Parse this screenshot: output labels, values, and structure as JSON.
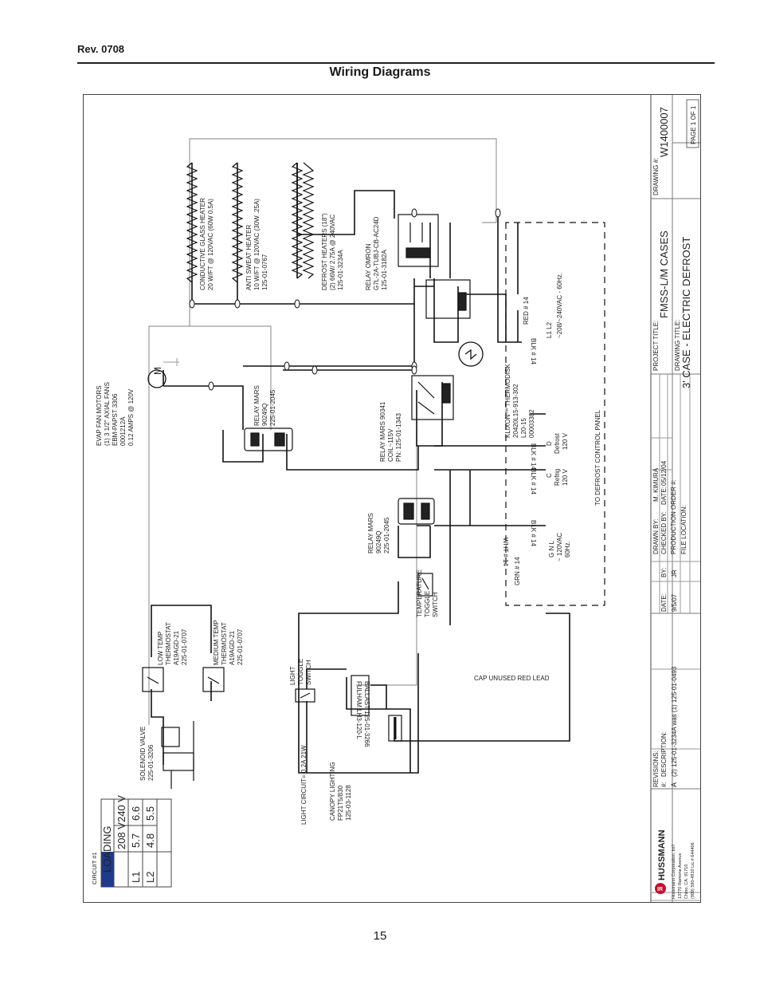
{
  "header": {
    "revision": "Rev. 0708",
    "title": "Wiring Diagrams"
  },
  "page_number": "15",
  "loading_table": {
    "circuit_label": "CIRCUIT #1",
    "title": "LOADING",
    "columns": [
      "208 V",
      "240 V"
    ],
    "rows": [
      {
        "label": "L1",
        "values": [
          "5.7",
          "6.6"
        ]
      },
      {
        "label": "L2",
        "values": [
          "4.8",
          "5.5"
        ]
      }
    ]
  },
  "components": {
    "solenoid_valve": [
      "SOLENOID VALVE",
      "225-01-3206"
    ],
    "low_temp_thermostat": [
      "LOW TEMP",
      "THERMOSTAT",
      "A19AGD-21",
      "225-01-0707"
    ],
    "medium_temp_thermostat": [
      "MEDIUM TEMP",
      "THERMOSTAT",
      "A19AGD-21",
      "225-01-0707"
    ],
    "light_toggle_switch": [
      "LIGHT",
      "TOGGLE",
      "SWITCH"
    ],
    "light_circuit": "LIGHT CIRCUIT= 0.2A 21W",
    "canopy_lighting": [
      "CANOPY LIGHTING",
      "FP21T5/830",
      "125-03-1128"
    ],
    "ballast": [
      "FULHAM LH3-120-L",
      "BALLAST 125-01-3266"
    ],
    "cap_unused": "CAP UNUSED RED LEAD",
    "temp_toggle_switch": [
      "TEMPERATURE",
      "TOGGLE",
      "SWITCH"
    ],
    "relay_mars_lower": [
      "RELAY MARS",
      "90249Q",
      "225-01-2045"
    ],
    "relay_mars_90341": [
      "RELAY MARS 90341",
      "COIL~115V",
      "PN: 125-01-1343"
    ],
    "relay_mars_upper": [
      "RELAY MARS",
      "90249Q",
      "225-01-2045"
    ],
    "evap_fan_motors": [
      "EVAP FAN MOTORS",
      "(1) 3 1/2\" AXIAL FANS",
      "EBM-PAPST 3306",
      "0001212A",
      "0.12 AMPS @ 120V"
    ],
    "motor_symbol": "M",
    "conductive_glass_heater": [
      "CONDUCTIVE GLASS HEATER",
      "20 W/FT @ 120VAC (60W 0.5A)"
    ],
    "anti_sweat_heater": [
      "ANTI SWEAT HEATER",
      "10 W/FT @ 120VAC (30W .25A)",
      "125-01-0767"
    ],
    "defrost_heaters": [
      "DEFROST HEATERS (18\")",
      "(2) 66W/ 2.75A @ 240VAC",
      "125-01-3234A"
    ],
    "relay_omron": [
      "RELAY OMRON",
      "G7L-2A-TUBJ-CB-AC24D",
      "125-01-3182A"
    ],
    "klixon": [
      "KLIXON™ THERMODISK",
      "20420L15-913-302",
      "L20-15",
      "00003382"
    ],
    "grn14": "GRN # 14",
    "wht14": "WHT # 14",
    "blk14": "BLK # 14",
    "red14": "RED # 14",
    "term_gnl": [
      "G N L",
      "~ 120VAC",
      "60Hz."
    ],
    "term_c": [
      "C",
      "Refrig",
      "120 V"
    ],
    "term_d": [
      "D",
      "Defrost",
      "120 V"
    ],
    "term_l1l2": [
      "L1 L2",
      "~208/~240VAC - 60Hz."
    ],
    "control_panel": "TO DEFROST CONTROL PANEL"
  },
  "title_block": {
    "revisions_label": "REVISIONS:",
    "col_num": "#:",
    "col_desc": "DESCRIPTION:",
    "col_date": "DATE:",
    "col_by": "BY:",
    "rev_num": "A",
    "rev_desc": "(2) 125-01-3234A was (1) 125-01-0493",
    "rev_date": "9/5/07",
    "rev_by": "JR",
    "drawn_by_label": "DRAWN BY:",
    "drawn_by": "M. KIMURA",
    "checked_by_label": "CHECKED BY:",
    "date_label": "DATE:",
    "date": "05/12/04",
    "production_order_label": "PRODUCTION ORDER #:",
    "file_location_label": "FILE LOCATION:",
    "project_title_label": "PROJECT TITLE:",
    "project_title": "FMSS-L/M CASES",
    "drawing_title_label": "DRAWING TITLE:",
    "drawing_title": "3' CASE - ELECTRIC DEFROST",
    "drawing_num_label": "DRAWING #:",
    "drawing_num": "W1400007",
    "page": "PAGE 1 OF 1",
    "brand": "HUSSMANN",
    "company": [
      "Hussmann Corporation, Int'l",
      "13770 Ramona Avenue",
      "Chino, CA. 91710",
      "(909) 590-4910  Lic.# 644406"
    ]
  },
  "colors": {
    "wire": "#111111",
    "ground": "#9a9a9a",
    "brand": "#c8102e"
  }
}
